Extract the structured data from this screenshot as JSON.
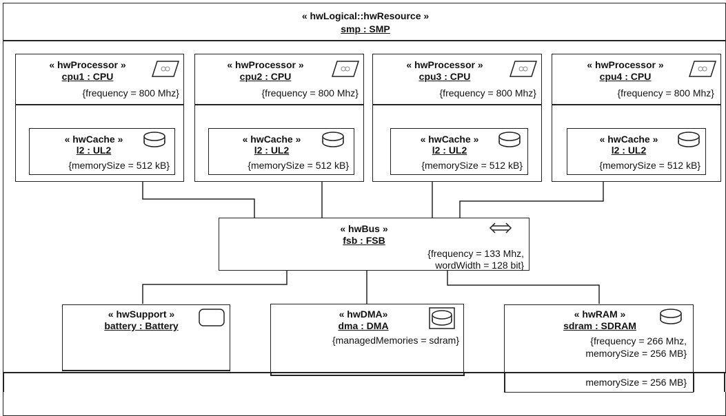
{
  "resource": {
    "stereotype": "« hwLogical::hwResource »",
    "name": "smp : SMP"
  },
  "processors": [
    {
      "stereotype": "« hwProcessor »",
      "name": "cpu1 : CPU",
      "frequency": "{frequency = 800 Mhz}",
      "cache": {
        "stereotype": "« hwCache »",
        "name": "l2 : UL2",
        "memory": "{memorySize = 512 kB}"
      }
    },
    {
      "stereotype": "« hwProcessor »",
      "name": "cpu2 : CPU",
      "frequency": "{frequency = 800 Mhz}",
      "cache": {
        "stereotype": "« hwCache »",
        "name": "l2 : UL2",
        "memory": "{memorySize = 512 kB}"
      }
    },
    {
      "stereotype": "« hwProcessor »",
      "name": "cpu3 : CPU",
      "frequency": "{frequency = 800 Mhz}",
      "cache": {
        "stereotype": "« hwCache »",
        "name": "l2 : UL2",
        "memory": "{memorySize = 512 kB}"
      }
    },
    {
      "stereotype": "« hwProcessor »",
      "name": "cpu4 : CPU",
      "frequency": "{frequency = 800 Mhz}",
      "cache": {
        "stereotype": "« hwCache »",
        "name": "l2 : UL2",
        "memory": "{memorySize = 512 kB}"
      }
    }
  ],
  "bus": {
    "stereotype": "« hwBus »",
    "name": "fsb : FSB",
    "prop1": "{frequency = 133 Mhz,",
    "prop2": "wordWidth = 128 bit}"
  },
  "support": {
    "stereotype": "« hwSupport »",
    "name": "battery : Battery"
  },
  "dma": {
    "stereotype": "« hwDMA»",
    "name": "dma : DMA",
    "prop": "{managedMemories = sdram}"
  },
  "ram": {
    "stereotype": "« hwRAM »",
    "name": "sdram : SDRAM",
    "prop1": "{frequency = 266 Mhz,",
    "prop2": "memorySize = 256 MB}",
    "overflow": "memorySize = 256 MB}"
  }
}
